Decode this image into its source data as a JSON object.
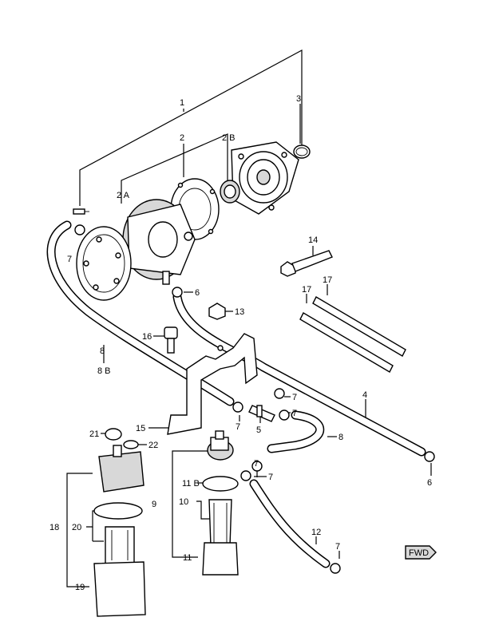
{
  "labels": {
    "l1": "1",
    "l2": "2",
    "l2a": "2 A",
    "l2b": "2 B",
    "l3": "3",
    "l4": "4",
    "l5": "5",
    "l6a": "6",
    "l6b": "6",
    "l7a": "7",
    "l7b": "7",
    "l7c": "7",
    "l7d": "7",
    "l7e": "7",
    "l7f": "7",
    "l7g": "7",
    "l8a": "8",
    "l8b": "8 B",
    "l8c": "8",
    "l9": "9",
    "l10": "10",
    "l11": "11",
    "l11b": "11 B",
    "l12": "12",
    "l13": "13",
    "l14": "14",
    "l15": "15",
    "l16": "16",
    "l17a": "17",
    "l17b": "17",
    "l18": "18",
    "l19": "19",
    "l20": "20",
    "l21": "21",
    "l22": "22"
  },
  "fwd_mark": "FWD"
}
